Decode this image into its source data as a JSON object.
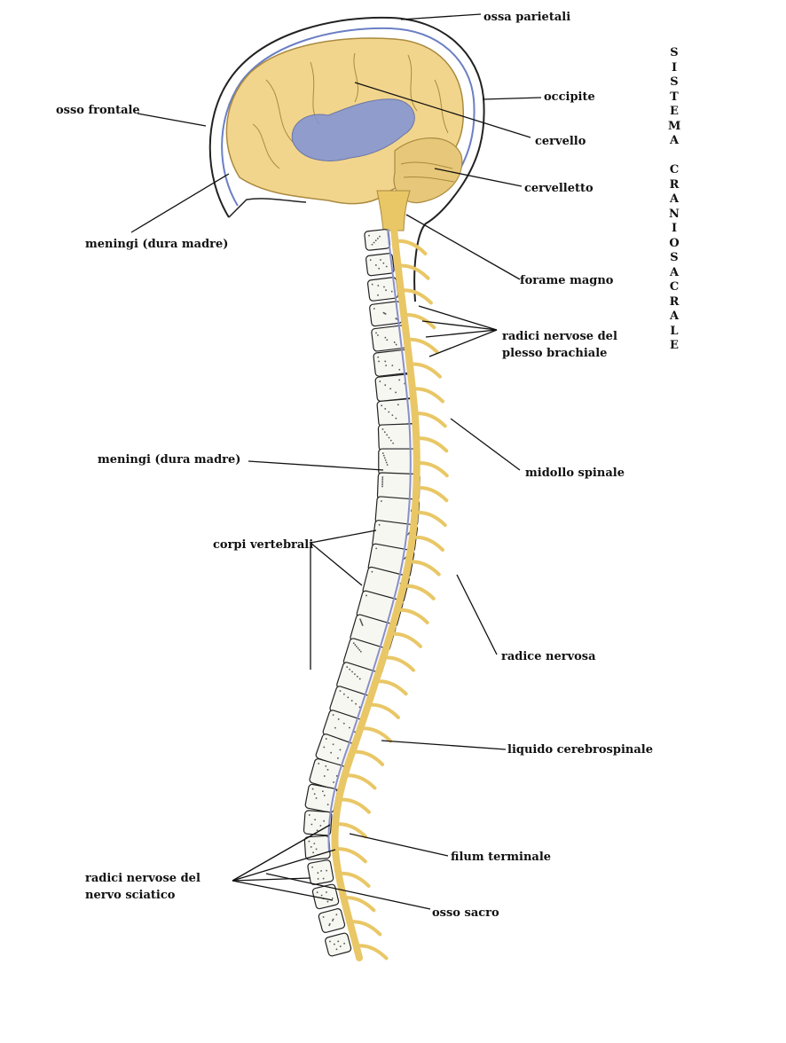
{
  "labels": {
    "ossa_parietali": "ossa parietali",
    "osso_frontale": "osso frontale",
    "occipite": "occipite",
    "cervello": "cervello",
    "cervelletto": "cervelletto",
    "meningi_top": "meningi (dura madre)",
    "forame_magno": "forame magno",
    "radici_brachiale_1": "radici nervose del",
    "radici_brachiale_2": "plesso brachiale",
    "meningi_mid": "meningi (dura madre)",
    "midollo_spinale": "midollo spinale",
    "corpi_vertebrali": "corpi vertebrali",
    "radice_nervosa": "radice nervosa",
    "liquido_cerebrospinale": "liquido cerebrospinale",
    "filum_terminale": "filum terminale",
    "radici_sciatico_1": "radici nervose del",
    "radici_sciatico_2": "nervo sciatico",
    "osso_sacro": "osso sacro"
  },
  "vertical_title": {
    "word1": [
      "S",
      "I",
      "S",
      "T",
      "E",
      "M",
      "A"
    ],
    "word2": [
      "C",
      "R",
      "A",
      "N",
      "I",
      "O",
      "S",
      "A",
      "C",
      "R",
      "A",
      "L",
      "E"
    ]
  },
  "colors": {
    "brain": "#f2d58c",
    "brain_shadow": "#d9b462",
    "ventricles": "#7f93d6",
    "nerve": "#e9c766",
    "dura": "#8a90c8",
    "bone_outline": "#222222"
  }
}
